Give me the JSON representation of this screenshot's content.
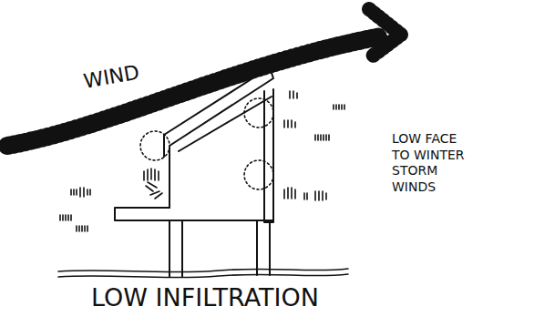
{
  "diagram": {
    "labels": [
      "WIND",
      "LOW FACE TO WINTER STORM WINDS"
    ],
    "caption": "LOW INFILTRATION"
  }
}
